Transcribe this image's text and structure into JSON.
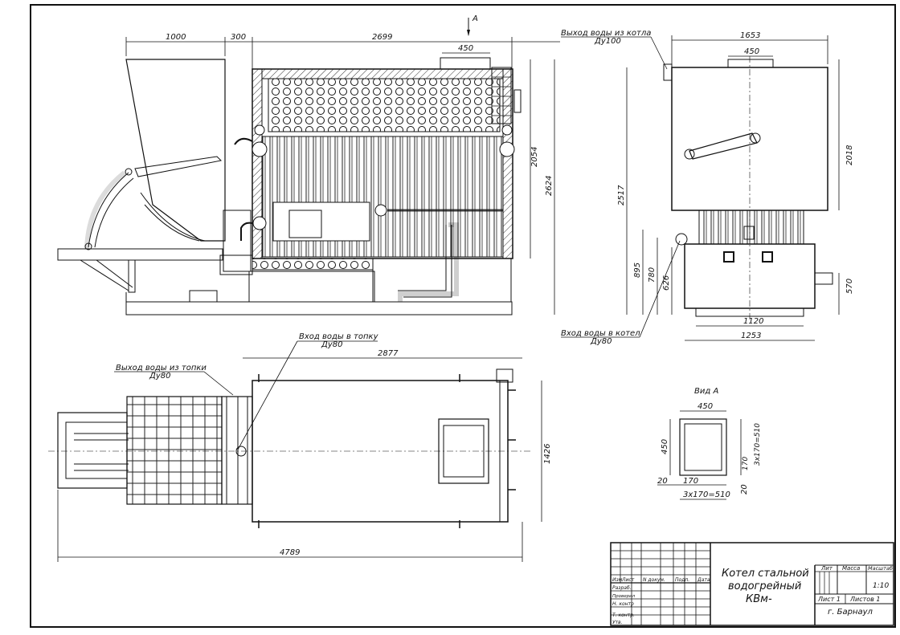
{
  "dimensions": {
    "top_1000": "1000",
    "top_300": "300",
    "top_2699": "2699",
    "top_450": "450",
    "arrow_A": "A",
    "side_2054": "2054",
    "side_2624": "2624",
    "right_1653": "1653",
    "right_450": "450",
    "right_2517": "2517",
    "right_2018": "2018",
    "right_895": "895",
    "right_780": "780",
    "right_626": "626",
    "right_570": "570",
    "right_1120": "1120",
    "right_1253": "1253",
    "plan_2877": "2877",
    "plan_1426": "1426",
    "plan_4789": "4789",
    "viewA_450_top": "450",
    "viewA_450_side": "450",
    "viewA_3x170_right": "3x170=510",
    "viewA_170_right": "170",
    "viewA_20_left": "20",
    "viewA_170_bottom": "170",
    "viewA_20_bottom": "20",
    "viewA_3x170_bottom": "3x170=510"
  },
  "callouts": {
    "water_out_boiler": "Выход воды из котла",
    "water_out_boiler_size": "Ду100",
    "water_in_boiler": "Вход воды в котел",
    "water_in_boiler_size": "Ду80",
    "water_in_furnace": "Вход воды в топку",
    "water_in_furnace_size": "Ду80",
    "water_out_furnace": "Выход воды из топки",
    "water_out_furnace_size": "Ду80",
    "view_a": "Вид А"
  },
  "title_block": {
    "title_line1": "Котел стальной",
    "title_line2": "водогрейный",
    "title_line3": "КВм-",
    "col_izm": "Изм",
    "col_list": "Лист",
    "col_doc": "N докум.",
    "col_sign": "Подп.",
    "col_date": "Дата",
    "row_razrab": "Разраб.",
    "row_prover": "Проверил",
    "row_nkontr": "Н. контр",
    "row_tkontr": "Т. контр.",
    "row_utv": "Утв.",
    "lit": "Лит",
    "massa": "Масса",
    "masshtab": "Масштаб",
    "scale": "1:10",
    "sheet": "Лист 1",
    "sheets": "Листов 1",
    "city": "г. Барнаул"
  }
}
